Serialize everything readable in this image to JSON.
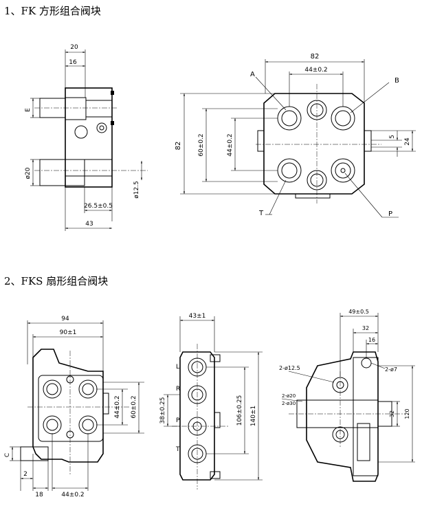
{
  "headings": {
    "fk": "1、FK 方形组合阀块",
    "fks": "2、FKS 扇形组合阀块"
  },
  "fk_side": {
    "dim_20": "20",
    "dim_16": "16",
    "E": "E",
    "dia20": "ø20",
    "dia12_5": "ø12.5",
    "dim_26_5": "26.5±0.5",
    "dim_43": "43"
  },
  "fk_front": {
    "dim_82_top": "82",
    "dim_44_top": "44±0.2",
    "A": "A",
    "B": "B",
    "T": "T",
    "P": "P",
    "dim_82_left": "82",
    "dim_60": "60±0.2",
    "dim_44_left": "44±0.2",
    "dim_5": "5",
    "dim_24": "24"
  },
  "fks_a": {
    "dim_94": "94",
    "dim_90": "90±1",
    "dim_44_right": "44±0.2",
    "dim_60_right": "60±0.2",
    "C": "C",
    "dim_2": "2",
    "dim_18": "18",
    "dim_44_bottom": "44±0.2"
  },
  "fks_b": {
    "dim_43": "43±1",
    "L": "L",
    "R": "R",
    "P": "P",
    "T": "T",
    "dim_38": "38±0.25",
    "dim_106": "106±0.25",
    "dim_140": "140±1"
  },
  "fks_c": {
    "dim_49": "49±0.5",
    "dim_32": "32",
    "dim_16": "16",
    "phi12_5": "2-ø12.5",
    "phi7": "2-ø7",
    "phi20": "2-ø20",
    "phi30": "2-ø30",
    "dim_32_side": "32",
    "dim_120": "120"
  }
}
